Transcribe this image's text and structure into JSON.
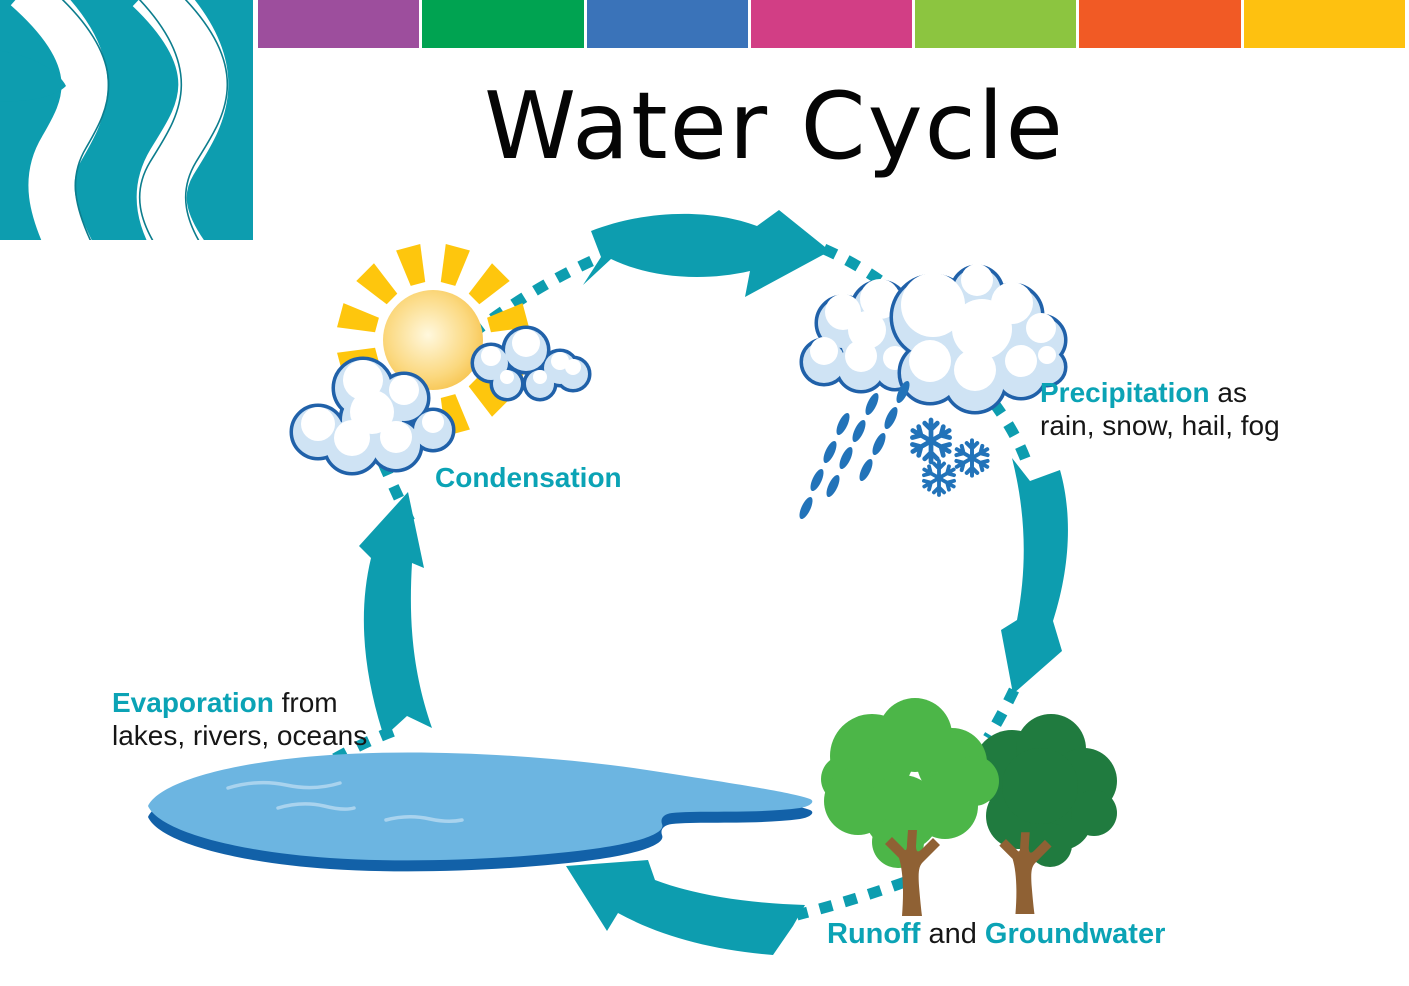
{
  "title": "Water Cycle",
  "header": {
    "logo_name": "teal-river-logo",
    "stripe_colors": [
      "#9D4E9D",
      "#00A351",
      "#3A73B9",
      "#D23E85",
      "#8CC540",
      "#F15A25",
      "#FEC110"
    ]
  },
  "labels": {
    "condensation": {
      "term": "Condensation"
    },
    "precipitation": {
      "term": "Precipitation",
      "rest": " as",
      "line2": "rain, snow, hail, fog"
    },
    "evaporation": {
      "term": "Evaporation",
      "rest": " from",
      "line2": "lakes, rivers, oceans"
    },
    "runoff": {
      "term1": "Runoff",
      "middle": " and ",
      "term2": "Groundwater"
    }
  },
  "colors": {
    "accent_teal": "#0D9DAF",
    "label_teal": "#0BA3B5",
    "cloud_outline": "#2061A9",
    "cloud_shade": "#CFE3F4",
    "precip_blue": "#2273B9",
    "lake_fill": "#6CB5E1",
    "lake_edge": "#1261A8",
    "tree_light": "#4CB648",
    "tree_dark": "#207B3F",
    "trunk_brown": "#8F6134",
    "sun_ray": "#FEC60D",
    "sun_core": "#FFF8DE",
    "sun_mid": "#FBD87E",
    "sun_edge": "#F7C44F"
  }
}
